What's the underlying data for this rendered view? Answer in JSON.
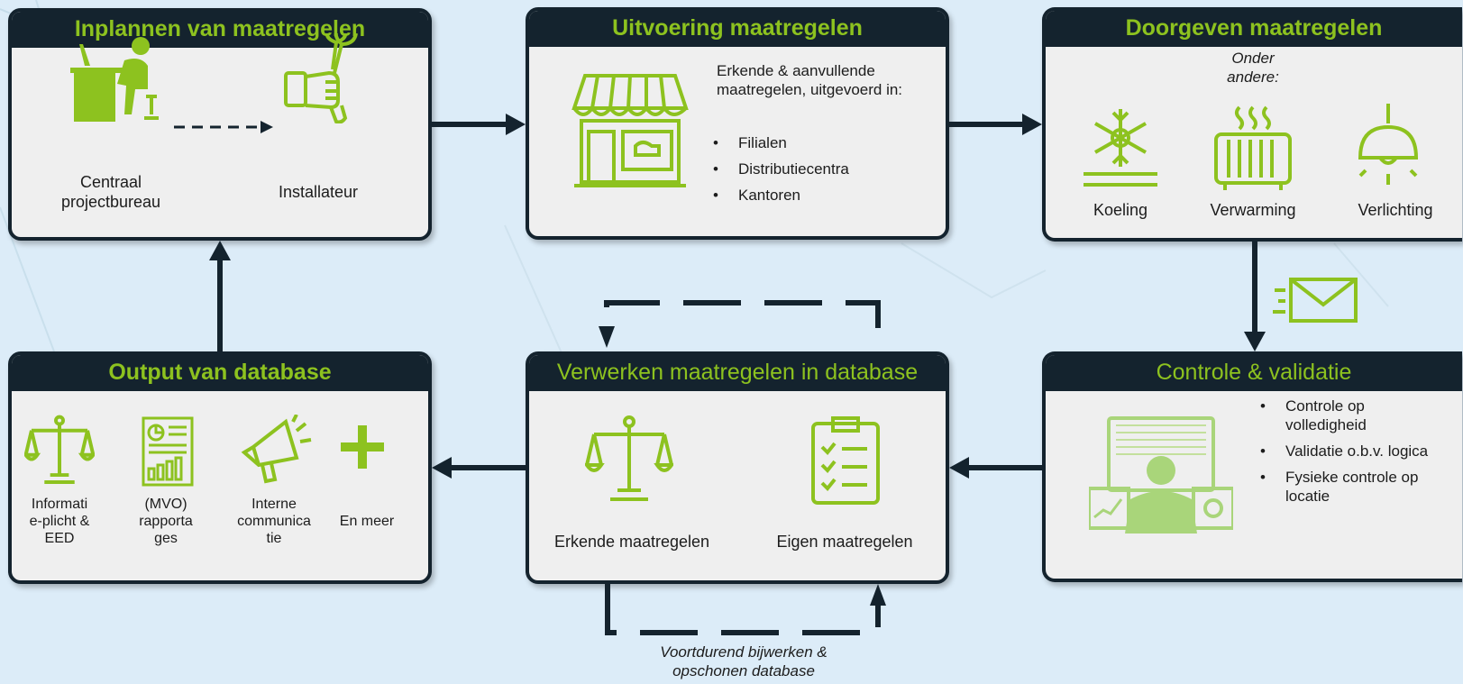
{
  "boxes": {
    "plan": {
      "title": "Inplannen van maatregelen",
      "left_label": "Centraal projectbureau",
      "right_label": "Installateur"
    },
    "exec": {
      "title": "Uitvoering maatregelen",
      "intro": "Erkende & aanvullende maatregelen, uitgevoerd in:",
      "items": [
        "Filialen",
        "Distributiecentra",
        "Kantoren"
      ]
    },
    "pass": {
      "title": "Doorgeven maatregelen",
      "subtitle": "Onder andere:",
      "items": [
        "Koeling",
        "Verwarming",
        "Verlichting"
      ]
    },
    "control": {
      "title": "Controle & validatie",
      "items": [
        "Controle op volledigheid",
        "Validatie o.b.v. logica",
        "Fysieke controle op locatie"
      ]
    },
    "process": {
      "title": "Verwerken maatregelen in database",
      "left_label": "Erkende maatregelen",
      "right_label": "Eigen maatregelen"
    },
    "output": {
      "title": "Output van database",
      "items": [
        "Informati e-plicht & EED",
        "(MVO) rapporta ges",
        "Interne communica tie",
        "En meer"
      ]
    }
  },
  "loop_caption": "Voortdurend bijwerken & opschonen database",
  "colors": {
    "accent": "#8dc21f",
    "dark": "#14232e",
    "panel": "#efefef",
    "background": "#dcecf8"
  },
  "icons": [
    "office-worker-icon",
    "wrench-hand-icon",
    "storefront-icon",
    "snowflake-icon",
    "radiator-icon",
    "lamp-icon",
    "envelope-icon",
    "data-analyst-icon",
    "scales-icon",
    "checklist-icon",
    "report-icon",
    "megaphone-icon",
    "plus-icon"
  ]
}
